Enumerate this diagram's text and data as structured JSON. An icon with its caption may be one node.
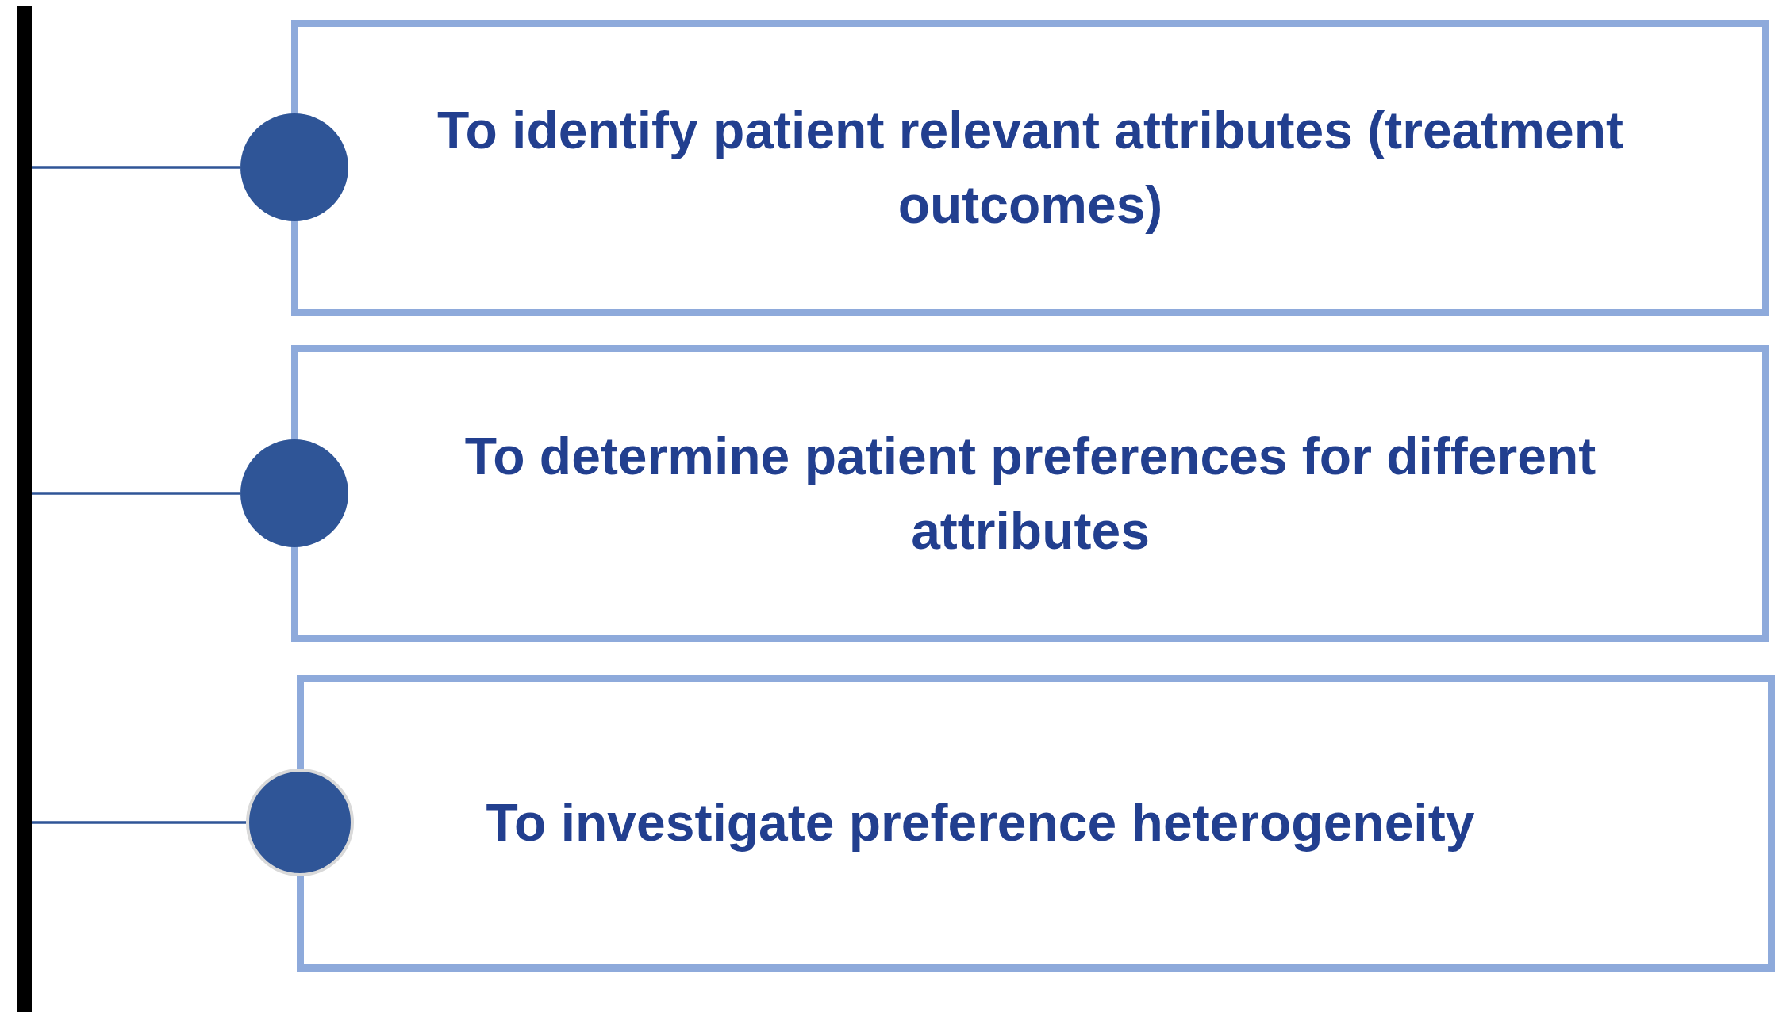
{
  "diagram": {
    "nodes": [
      {
        "text": [],
        "shape": "bar"
      },
      {
        "text": [],
        "shape": "circle"
      },
      {
        "text": [
          "To identify patient relevant attributes (treatment outcomes)"
        ]
      },
      {
        "text": [],
        "shape": "circle"
      },
      {
        "text": [
          "To determine patient preferences for different attributes"
        ]
      },
      {
        "text": [],
        "shape": "circle"
      },
      {
        "text": [
          "To investigate preference heterogeneity"
        ]
      }
    ],
    "edges": [
      {
        "from": 0,
        "to": 1,
        "arrow": "none"
      },
      {
        "from": 0,
        "to": 3,
        "arrow": "none"
      },
      {
        "from": 0,
        "to": 5,
        "arrow": "none"
      }
    ]
  }
}
